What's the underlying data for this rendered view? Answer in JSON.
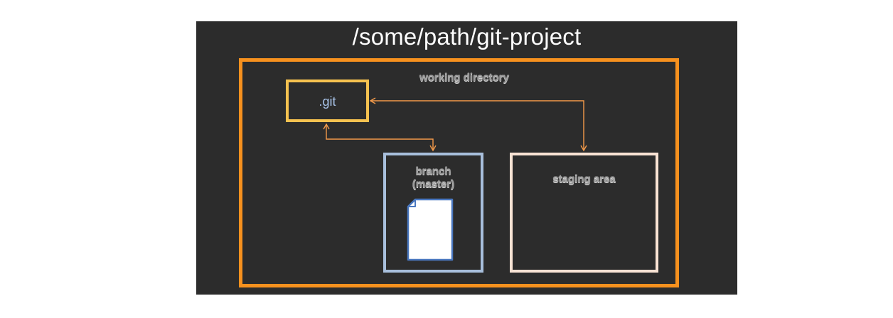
{
  "title": "/some/path/git-project",
  "working_directory": {
    "label": "working directory"
  },
  "git": {
    "label": ".git"
  },
  "branch": {
    "label_line1": "branch",
    "label_line2": "(master)"
  },
  "staging": {
    "label": "staging area"
  },
  "colors": {
    "background": "#2c2c2c",
    "working_directory_border": "#f7911e",
    "git_border": "#f6c250",
    "branch_border": "#a8bfdc",
    "staging_border": "#f9e3d4",
    "arrow": "#f39a4a",
    "file_icon_fill": "#ffffff",
    "file_icon_stroke": "#4a78c0"
  },
  "icons": [
    "document-icon"
  ]
}
